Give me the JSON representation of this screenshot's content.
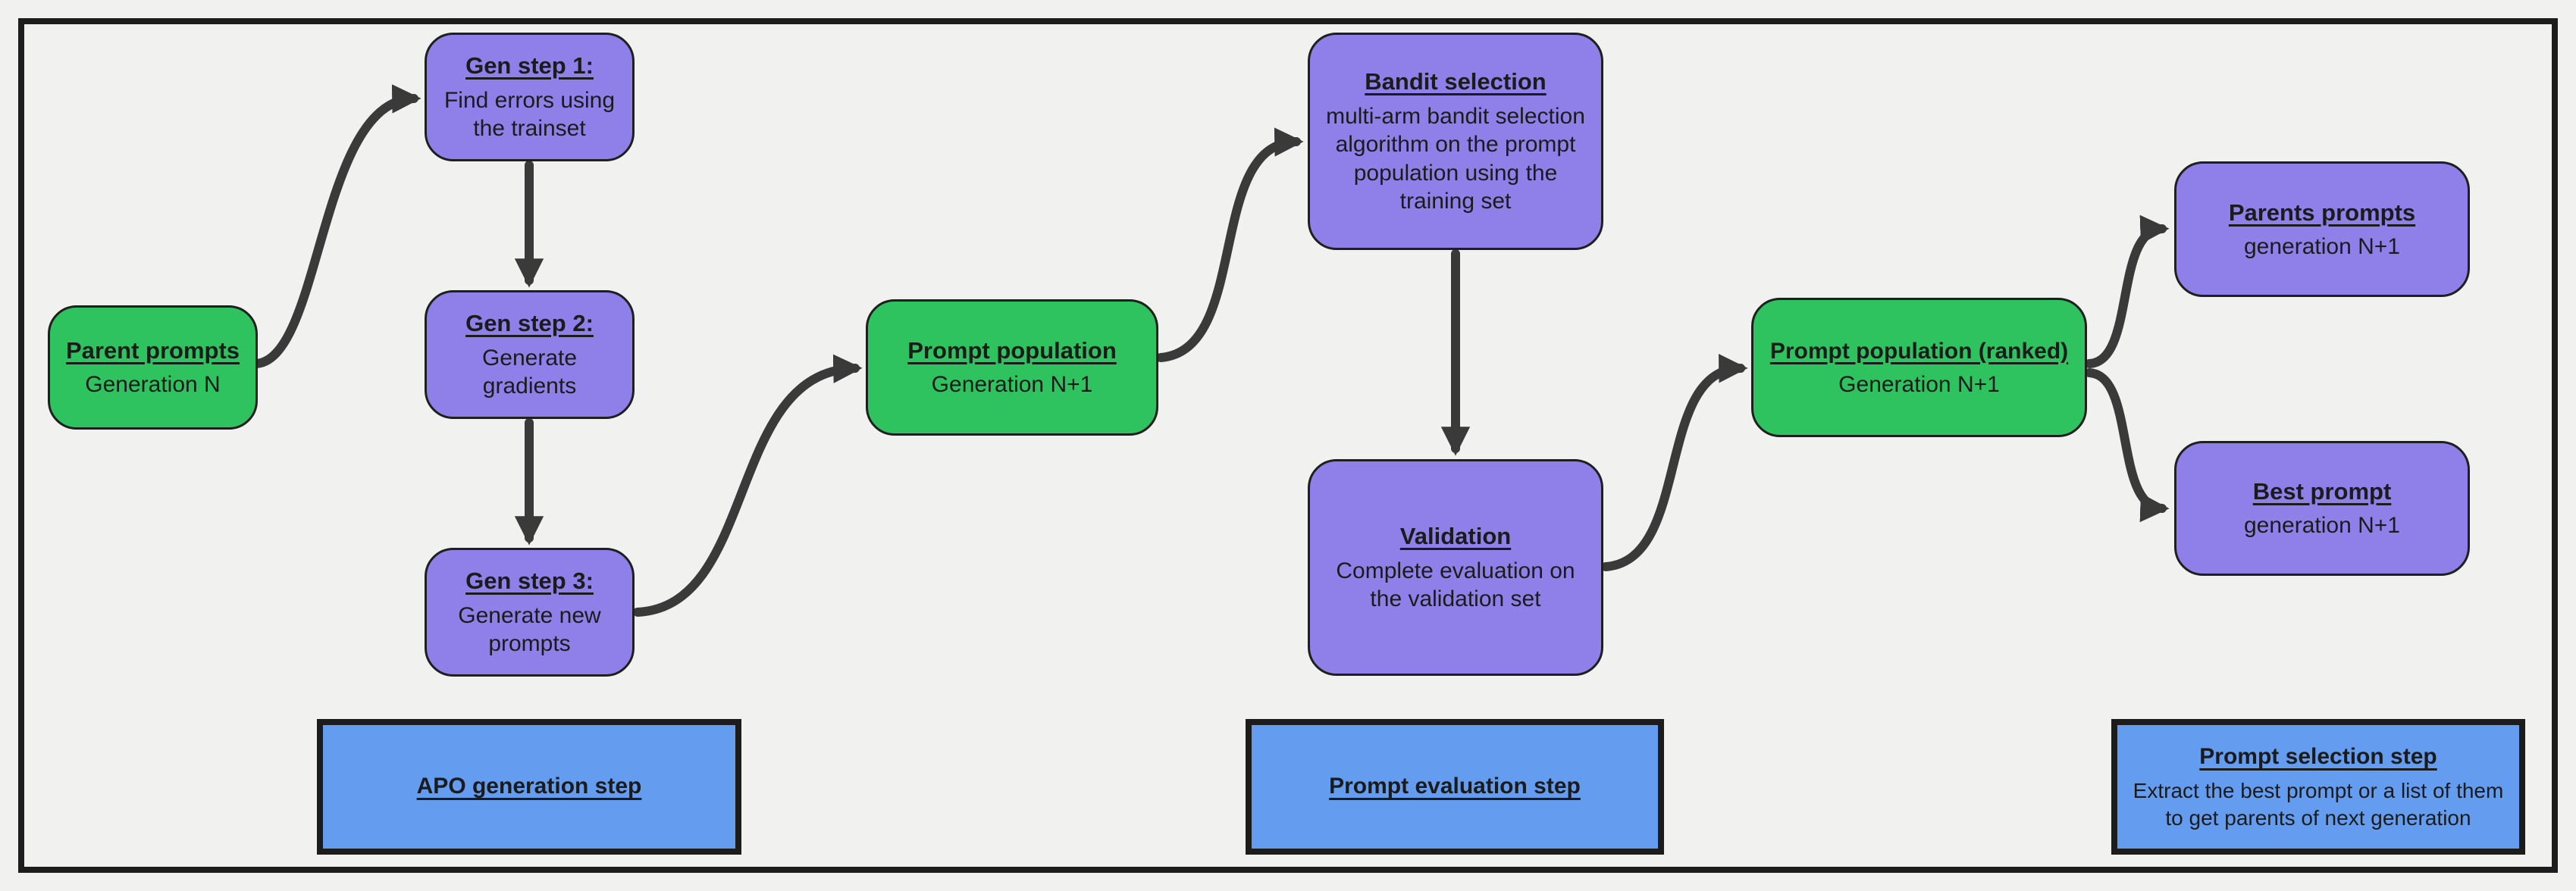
{
  "diagram": {
    "colors": {
      "background": "#f1f1ef",
      "frame_border": "#1d1d1d",
      "node_green": "#2ec35f",
      "node_purple": "#8f80e9",
      "label_blue": "#649df0",
      "arrow": "#3a3a3a",
      "text": "#1b1b1b"
    },
    "nodes": {
      "parent_prompts": {
        "title": "Parent prompts",
        "body": "Generation N"
      },
      "gen_step_1": {
        "title": "Gen step 1:",
        "body": "Find errors using the trainset"
      },
      "gen_step_2": {
        "title": "Gen step 2:",
        "body": "Generate gradients"
      },
      "gen_step_3": {
        "title": "Gen step 3:",
        "body": "Generate new prompts"
      },
      "prompt_population": {
        "title": "Prompt population",
        "body": "Generation N+1"
      },
      "bandit_selection": {
        "title": "Bandit selection",
        "body": "multi-arm bandit selection algorithm on the prompt population using the training set"
      },
      "validation": {
        "title": "Validation",
        "body": "Complete evaluation on the validation set"
      },
      "prompt_population_ranked": {
        "title": "Prompt population (ranked)",
        "body": "Generation N+1"
      },
      "parents_prompts": {
        "title": "Parents prompts",
        "body": "generation N+1"
      },
      "best_prompt": {
        "title": "Best prompt",
        "body": "generation N+1"
      }
    },
    "labels": {
      "apo_generation_step": {
        "title": "APO generation step",
        "body": ""
      },
      "prompt_evaluation_step": {
        "title": "Prompt evaluation step",
        "body": ""
      },
      "prompt_selection_step": {
        "title": "Prompt selection step",
        "body": "Extract the best prompt or a list of them to get parents of next generation"
      }
    }
  }
}
